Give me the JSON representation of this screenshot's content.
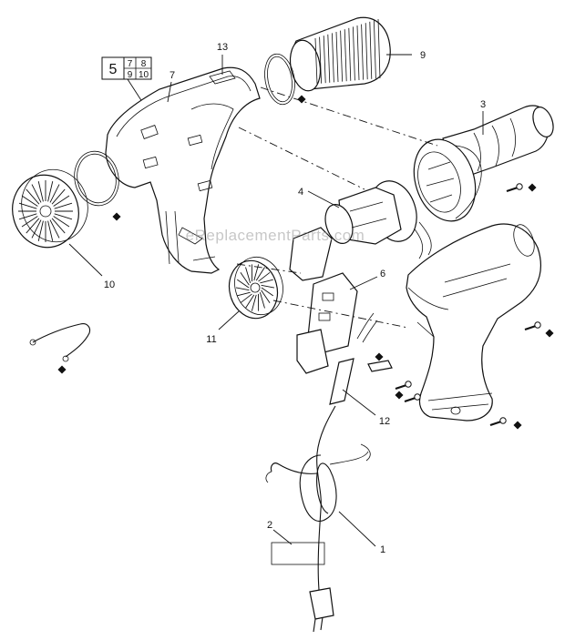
{
  "watermark": "eReplacementParts.com",
  "kit_box": {
    "main": "5",
    "cells": [
      "7",
      "8",
      "9",
      "10"
    ]
  },
  "labels": {
    "p1": "1",
    "p2": "2",
    "p3": "3",
    "p4": "4",
    "p6": "6",
    "p7": "7",
    "p9": "9",
    "p10": "10",
    "p11": "11",
    "p12": "12",
    "p13": "13"
  },
  "colors": {
    "ink": "#111111",
    "paper": "#ffffff",
    "watermark": "#9a9a9a"
  },
  "marker_icon": "diamond"
}
